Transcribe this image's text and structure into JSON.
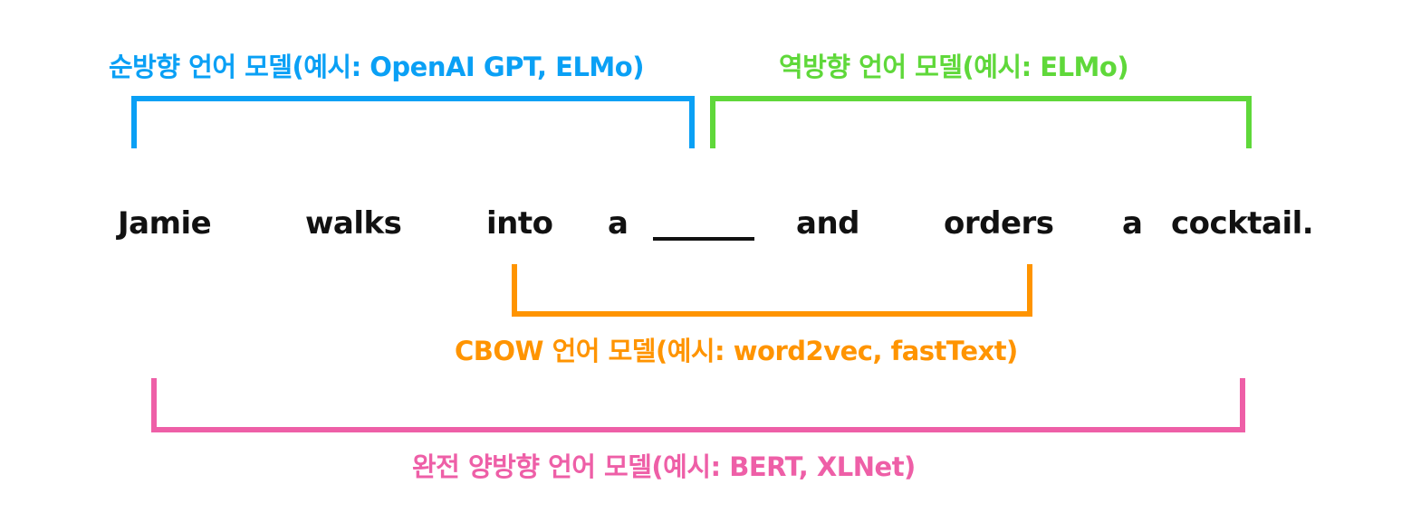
{
  "colors": {
    "forward": "#0aa0f5",
    "backward": "#5fd83a",
    "cbow": "#ff9400",
    "bidirectional": "#ee5fa7",
    "text": "#111111"
  },
  "labels": {
    "forward": "순방향 언어 모델(예시: OpenAI GPT, ELMo)",
    "backward": "역방향 언어 모델(예시: ELMo)",
    "cbow": "CBOW 언어 모델(예시: word2vec, fastText)",
    "bidirectional": "완전 양방향 언어 모델(예시: BERT, XLNet)"
  },
  "sentence": {
    "words": [
      "Jamie",
      "walks",
      "into",
      "a",
      "_____",
      "and",
      "orders",
      "a",
      "cocktail."
    ]
  }
}
